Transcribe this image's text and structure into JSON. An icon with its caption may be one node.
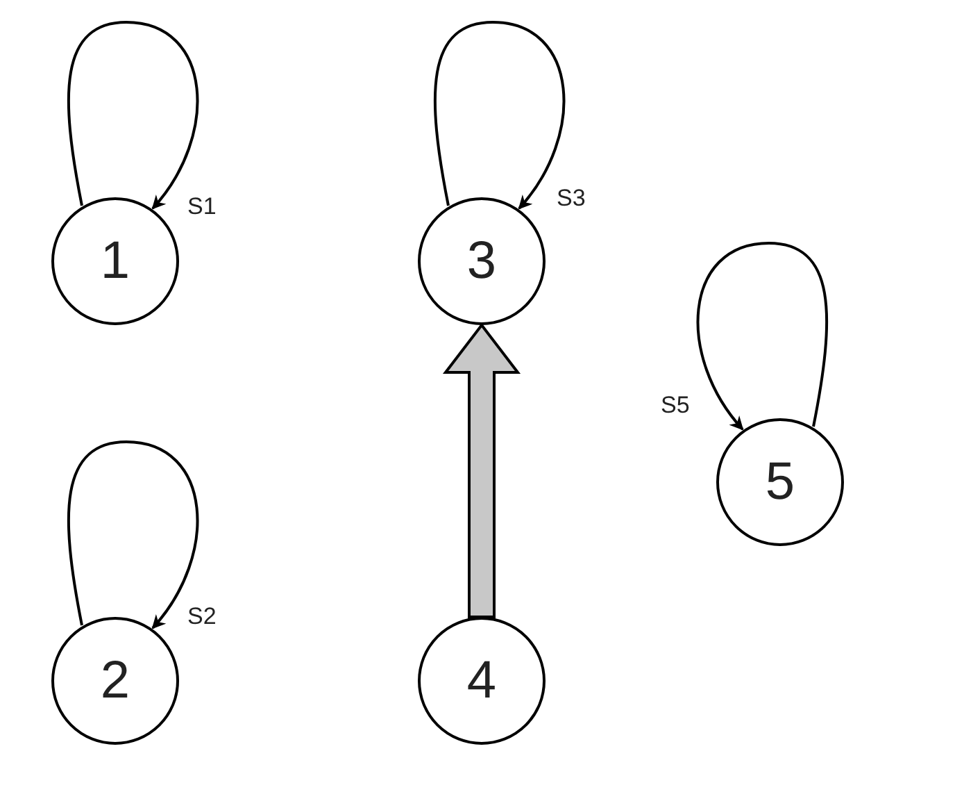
{
  "diagram": {
    "nodes": [
      {
        "text": [
          "1"
        ],
        "beside": [
          "S1"
        ]
      },
      {
        "text": [
          "2"
        ],
        "beside": [
          "S2"
        ]
      },
      {
        "text": [
          "3"
        ],
        "beside": [
          "S3"
        ]
      },
      {
        "text": [
          "4"
        ]
      },
      {
        "text": [
          "5"
        ],
        "beside": [
          "S5"
        ]
      }
    ],
    "edges": [
      {
        "from": 0,
        "to": 0,
        "arrow": "to"
      },
      {
        "from": 1,
        "to": 1,
        "arrow": "to"
      },
      {
        "from": 2,
        "to": 2,
        "arrow": "to"
      },
      {
        "from": 4,
        "to": 4,
        "arrow": "to"
      },
      {
        "from": 3,
        "to": 2,
        "arrow": "to",
        "style": "thick",
        "color": "#c8c8c8"
      }
    ]
  }
}
